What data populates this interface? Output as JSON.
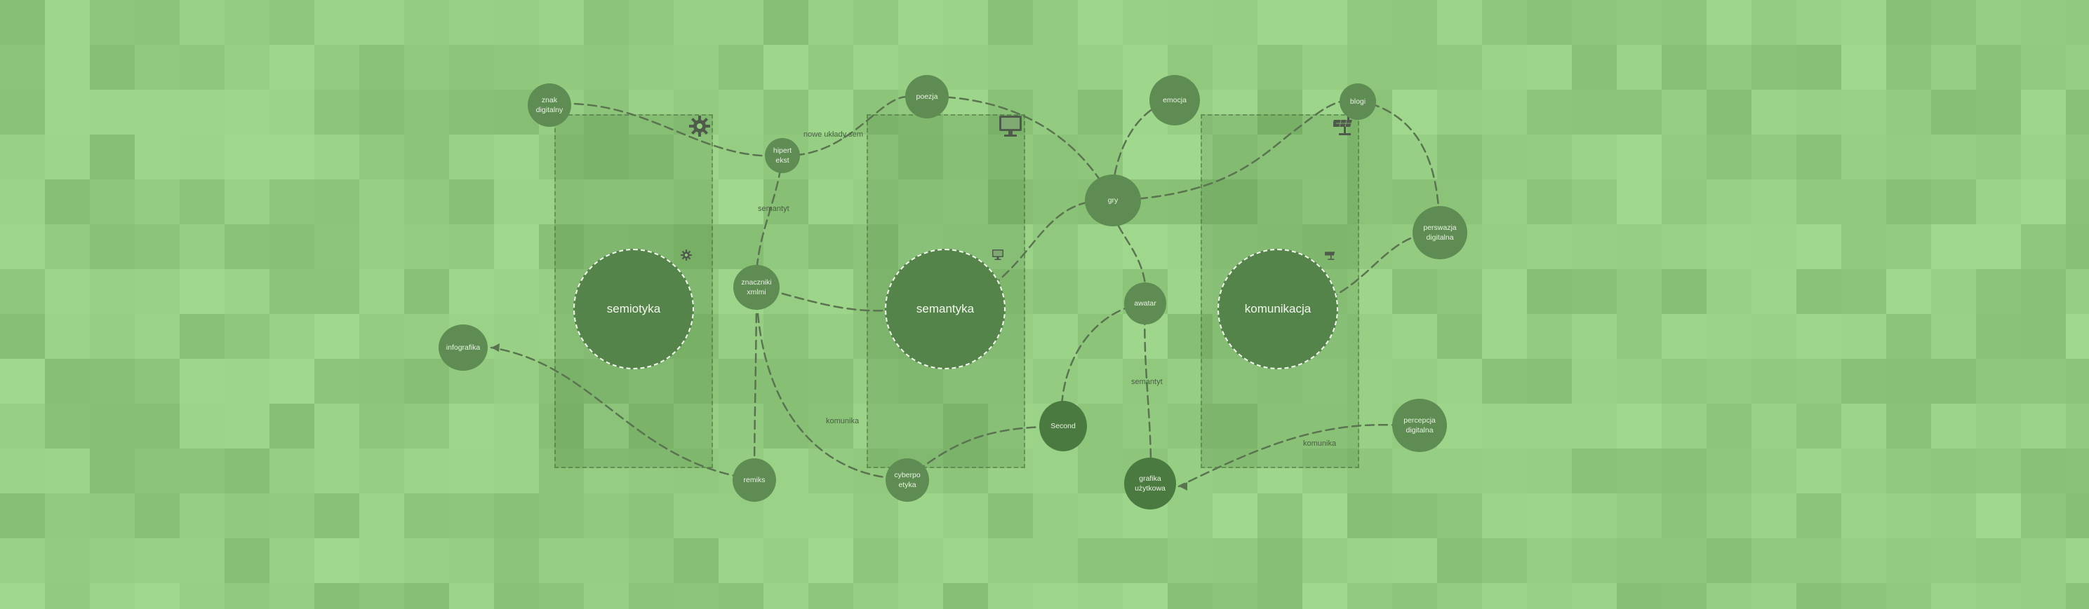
{
  "colors": {
    "background": "#93cc80",
    "node": "#5e8c52",
    "hub": "#55844a",
    "link": "#5a7350",
    "panel": "#4f7a3e"
  },
  "hubs": {
    "semiotyka": "semiotyka",
    "semantyka": "semantyka",
    "komunikacja": "komunikacja"
  },
  "nodes": {
    "znak_digitalny": "znak digitalny",
    "poezja": "poezja",
    "emocja": "emocja",
    "blogi": "blogi",
    "hipertekst": "hipert ekst",
    "gry": "gry",
    "perswazja": "perswazja digitalna",
    "znaczniki": "znaczniki xmlmi",
    "awatar": "awatar",
    "infografika": "infografika",
    "second": "Second",
    "percepcja": "percepcja digitalna",
    "remiks": "remiks",
    "cyberpoetyka": "cyberpo etyka",
    "grafika": "grafika użytkowa"
  },
  "edge_labels": {
    "nowe_uklady": "nowe układy sem",
    "semantyt_1": "semantyt",
    "semantyt_2": "semantyt",
    "komunika_1": "komunika",
    "komunika_2": "komunika"
  },
  "icons": {
    "hub_semiotyka": "gear-icon",
    "hub_semantyka": "monitor-icon",
    "hub_komunikacja": "satellite-icon"
  }
}
